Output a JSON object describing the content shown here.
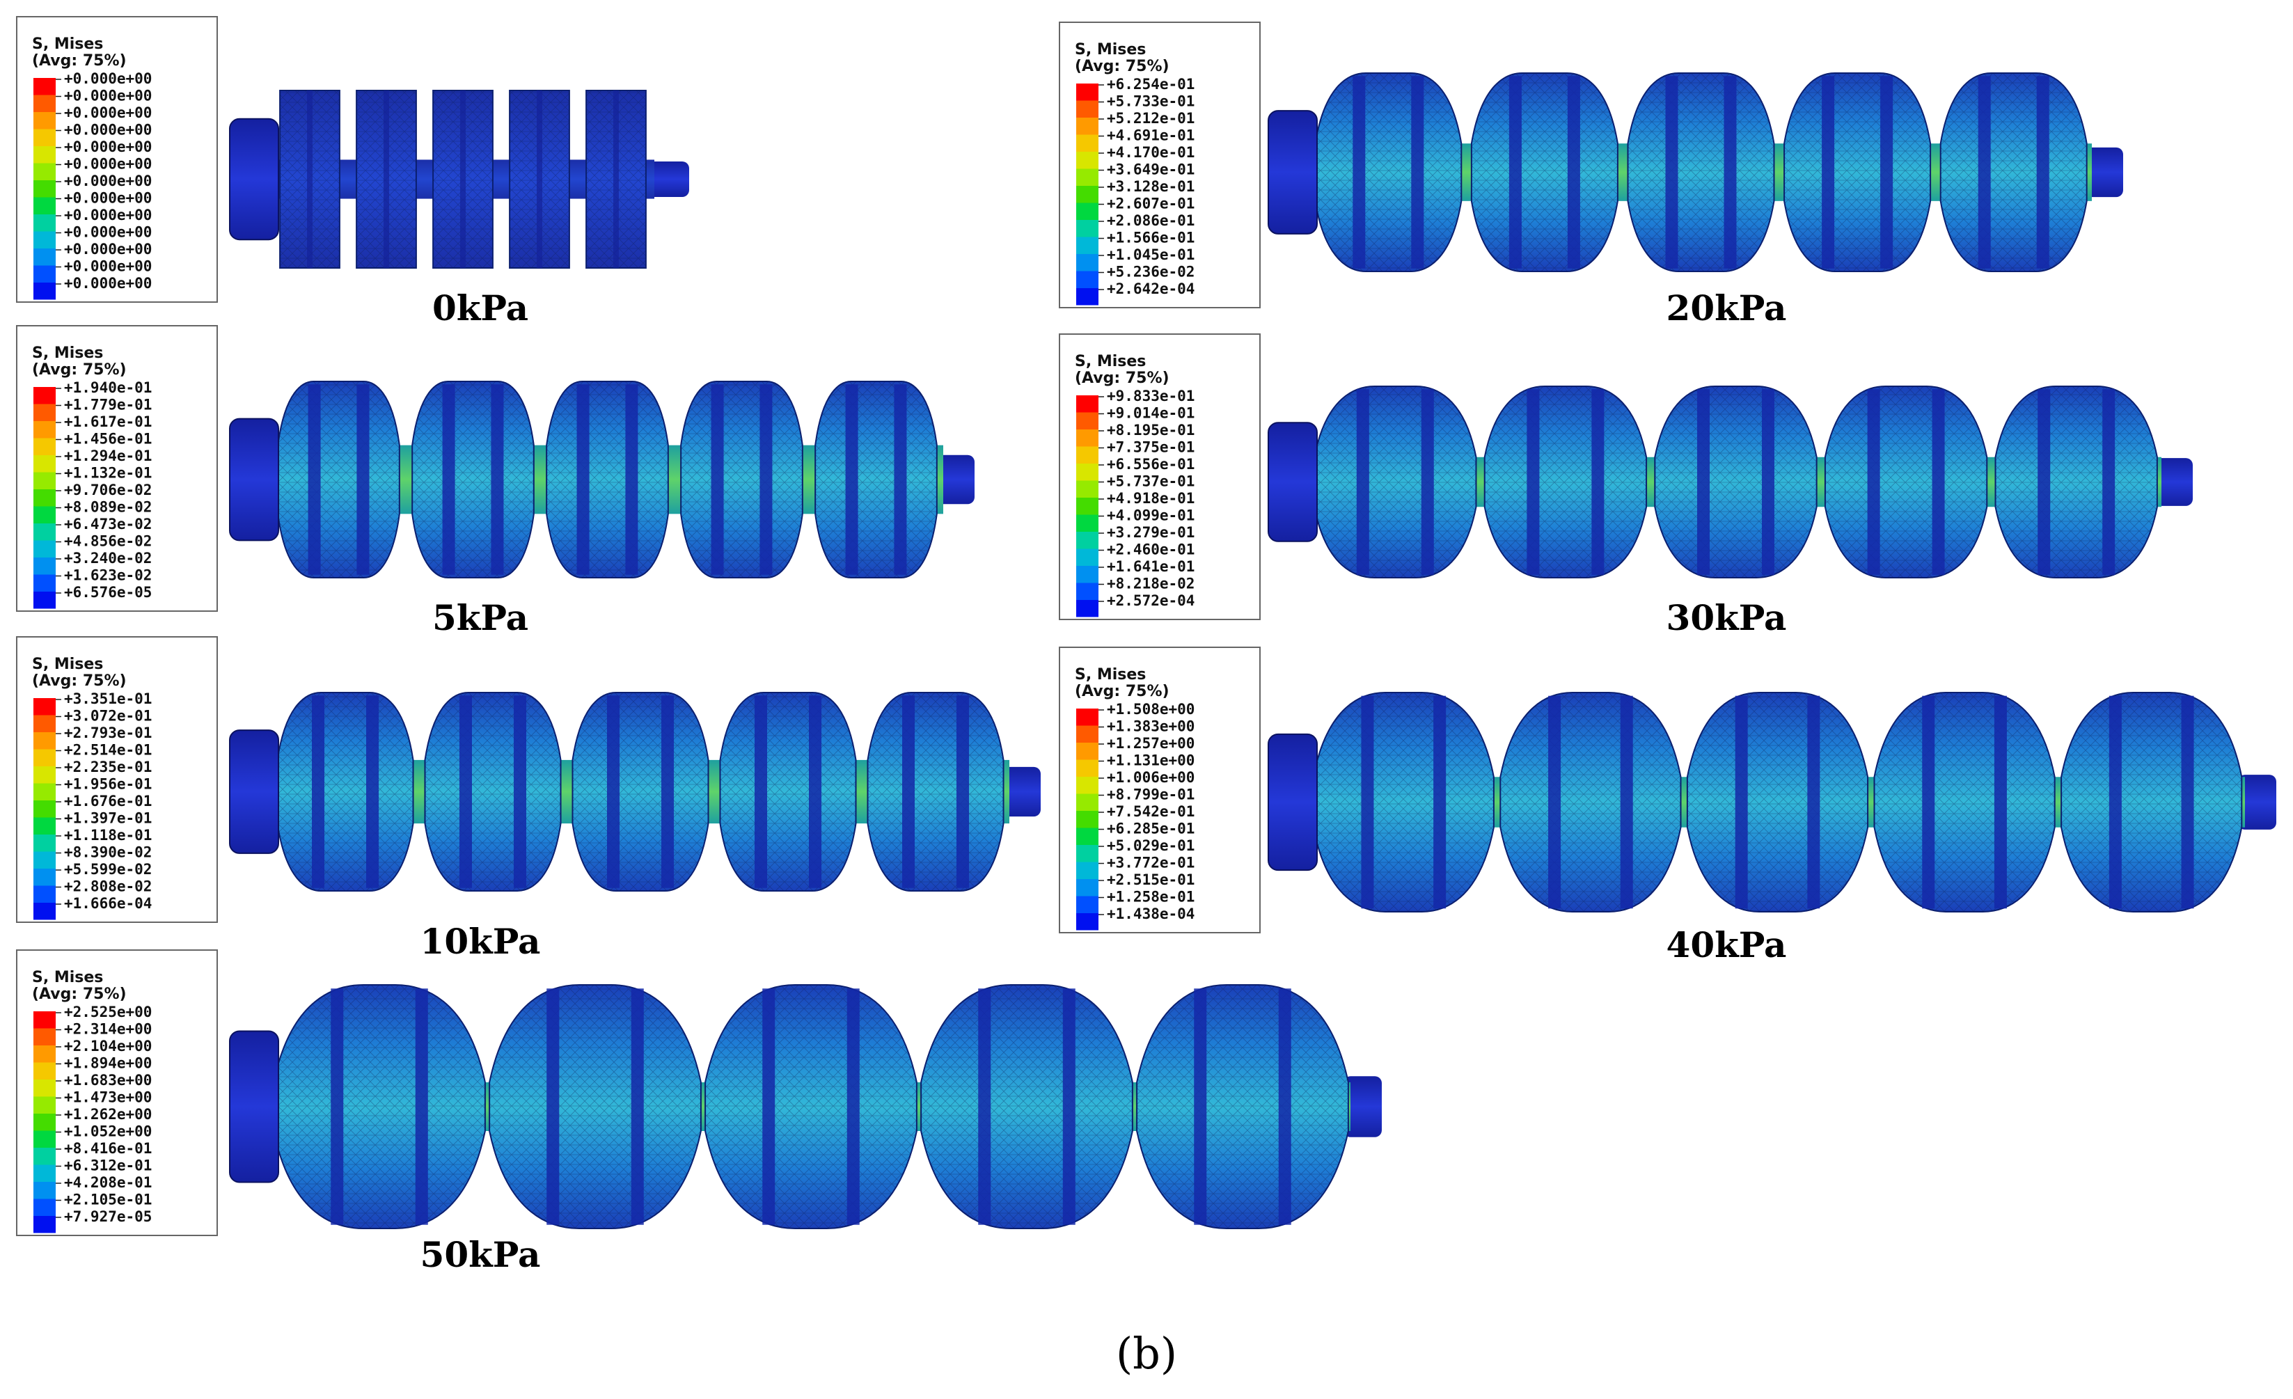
{
  "legend_heading": "S, Mises",
  "legend_avg": "(Avg: 75%)",
  "colorbar": [
    "#ff0000",
    "#ff5a00",
    "#ff9a00",
    "#f5c800",
    "#d8e600",
    "#96ea00",
    "#44dc00",
    "#00d840",
    "#00d0a0",
    "#00b8d8",
    "#0090f0",
    "#0050ff",
    "#0010f0"
  ],
  "panels": [
    {
      "id": "p0",
      "caption": "0kPa",
      "bulge": 0.0,
      "legend": [
        "+0.000e+00",
        "+0.000e+00",
        "+0.000e+00",
        "+0.000e+00",
        "+0.000e+00",
        "+0.000e+00",
        "+0.000e+00",
        "+0.000e+00",
        "+0.000e+00",
        "+0.000e+00",
        "+0.000e+00",
        "+0.000e+00",
        "+0.000e+00"
      ]
    },
    {
      "id": "p20",
      "caption": "20kPa",
      "bulge": 0.55,
      "legend": [
        "+6.254e-01",
        "+5.733e-01",
        "+5.212e-01",
        "+4.691e-01",
        "+4.170e-01",
        "+3.649e-01",
        "+3.128e-01",
        "+2.607e-01",
        "+2.086e-01",
        "+1.566e-01",
        "+1.045e-01",
        "+5.236e-02",
        "+2.642e-04"
      ]
    },
    {
      "id": "p5",
      "caption": "5kPa",
      "bulge": 0.25,
      "legend": [
        "+1.940e-01",
        "+1.779e-01",
        "+1.617e-01",
        "+1.456e-01",
        "+1.294e-01",
        "+1.132e-01",
        "+9.706e-02",
        "+8.089e-02",
        "+6.473e-02",
        "+4.856e-02",
        "+3.240e-02",
        "+1.623e-02",
        "+6.576e-05"
      ]
    },
    {
      "id": "p30",
      "caption": "30kPa",
      "bulge": 0.7,
      "legend": [
        "+9.833e-01",
        "+9.014e-01",
        "+8.195e-01",
        "+7.375e-01",
        "+6.556e-01",
        "+5.737e-01",
        "+4.918e-01",
        "+4.099e-01",
        "+3.279e-01",
        "+2.460e-01",
        "+1.641e-01",
        "+8.218e-02",
        "+2.572e-04"
      ]
    },
    {
      "id": "p10",
      "caption": "10kPa",
      "bulge": 0.4,
      "legend": [
        "+3.351e-01",
        "+3.072e-01",
        "+2.793e-01",
        "+2.514e-01",
        "+2.235e-01",
        "+1.956e-01",
        "+1.676e-01",
        "+1.397e-01",
        "+1.118e-01",
        "+8.390e-02",
        "+5.599e-02",
        "+2.808e-02",
        "+1.666e-04"
      ]
    },
    {
      "id": "p40",
      "caption": "40kPa",
      "bulge": 0.85,
      "legend": [
        "+1.508e+00",
        "+1.383e+00",
        "+1.257e+00",
        "+1.131e+00",
        "+1.006e+00",
        "+8.799e-01",
        "+7.542e-01",
        "+6.285e-01",
        "+5.029e-01",
        "+3.772e-01",
        "+2.515e-01",
        "+1.258e-01",
        "+1.438e-04"
      ]
    },
    {
      "id": "p50",
      "caption": "50kPa",
      "bulge": 1.0,
      "legend": [
        "+2.525e+00",
        "+2.314e+00",
        "+2.104e+00",
        "+1.894e+00",
        "+1.683e+00",
        "+1.473e+00",
        "+1.262e+00",
        "+1.052e+00",
        "+8.416e-01",
        "+6.312e-01",
        "+4.208e-01",
        "+2.105e-01",
        "+7.927e-05"
      ]
    }
  ],
  "subfigure_label": "(b)"
}
